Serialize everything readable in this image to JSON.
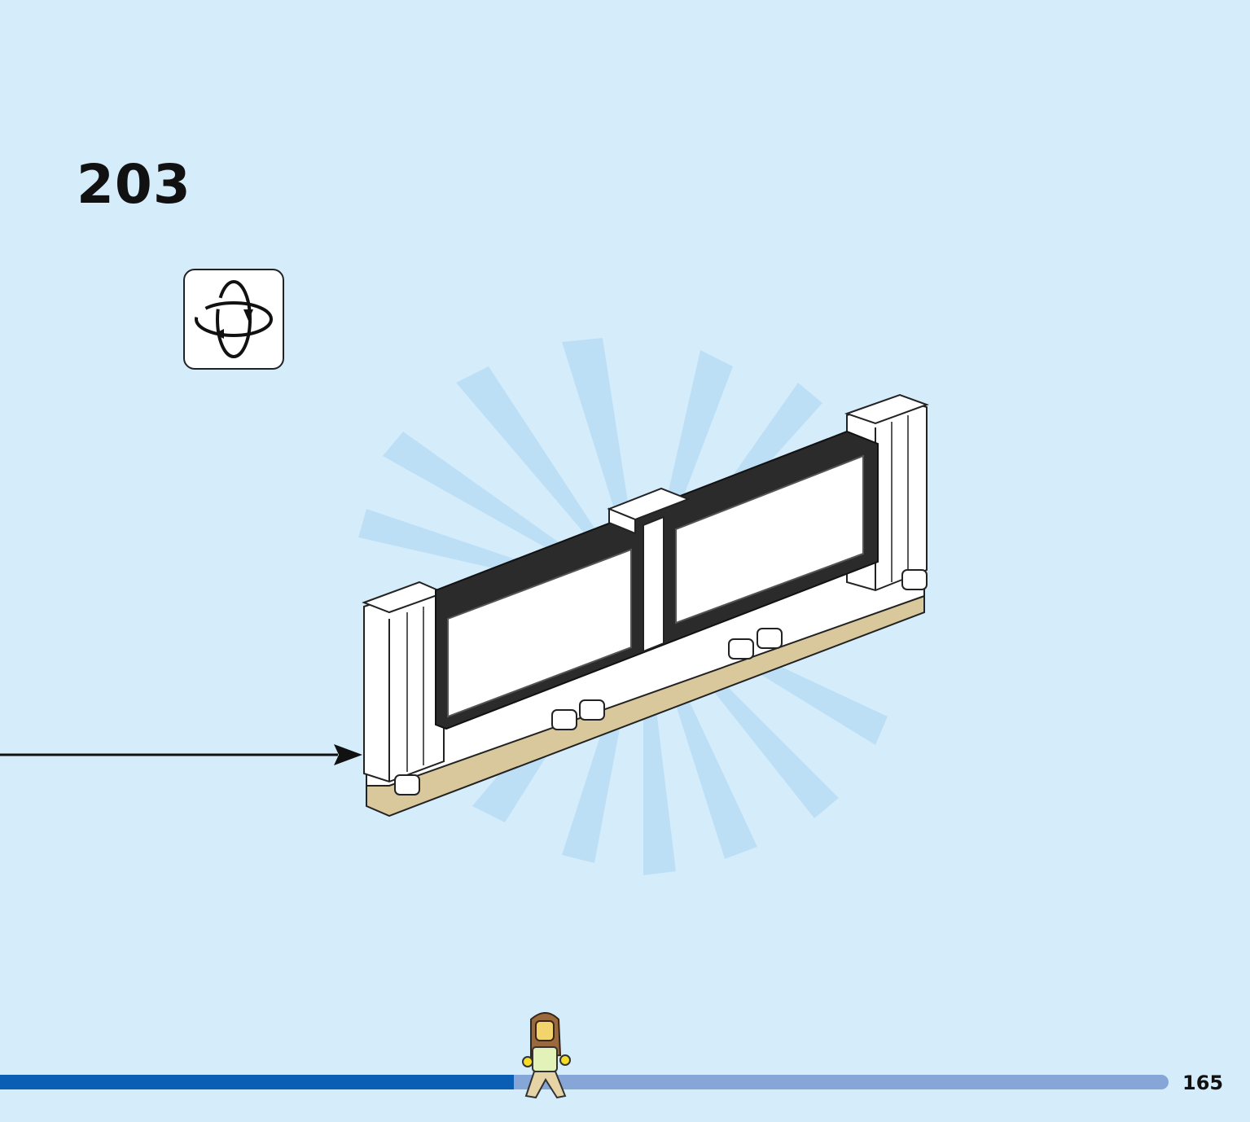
{
  "step": {
    "number": "203"
  },
  "rotate_icon": {
    "name": "rotate-model-icon"
  },
  "model": {
    "name": "window-wall-assembly"
  },
  "progress": {
    "fraction": 0.44
  },
  "page": {
    "number": "165"
  },
  "colors": {
    "background": "#d5ecfb",
    "progress_done": "#0a5fb5",
    "progress_remaining": "#87a6d8",
    "tan_base": "#d9c89c",
    "window_frame": "#2b2b2b"
  }
}
